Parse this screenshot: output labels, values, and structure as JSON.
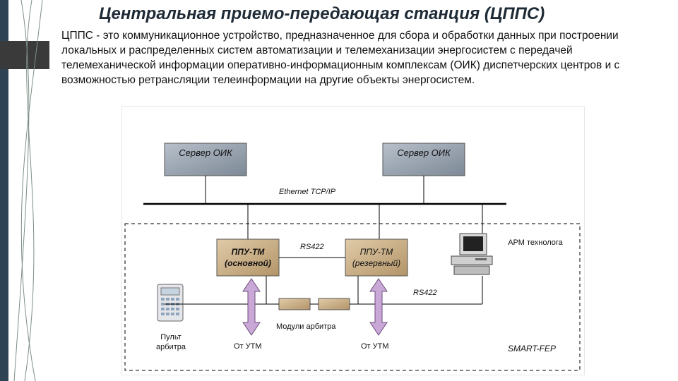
{
  "slide": {
    "title": "Центральная приемо-передающая станция (ЦППС)",
    "intro": "ЦППС - это коммуникационное устройство, предназначенное для сбора и обработки данных при построении локальных и распределенных систем автоматизации и телемеханизации энергосистем с передачей телемеханической информации оперативно-информационным комплексам (ОИК) диспетчерских центров и с возможностью ретрансляции телеинформации на другие объекты энергосистем."
  },
  "diagram": {
    "server_left": "Сервер ОИК",
    "server_right": "Сервер ОИК",
    "ethernet": "Ethernet TCP/IP",
    "rs422_top": "RS422",
    "rs422_bottom": "RS422",
    "ppu_main_name": "ППУ-ТМ",
    "ppu_main_role": "(основной)",
    "ppu_reserve_name": "ППУ-ТМ",
    "ppu_reserve_role": "(резервный)",
    "arm": "АРМ технолога",
    "remote_label": "Пульт арбитра",
    "arbiter_modules": "Модули арбитра",
    "from_utm_left": "От УТМ",
    "from_utm_right": "От УТМ",
    "system_name": "SMART-FEP"
  },
  "colors": {
    "left_bar": "#2e4454",
    "server_fill": "#9aa5b2",
    "ppu_fill": "#c8b08a",
    "arrow_fill": "#c9a7d6"
  }
}
